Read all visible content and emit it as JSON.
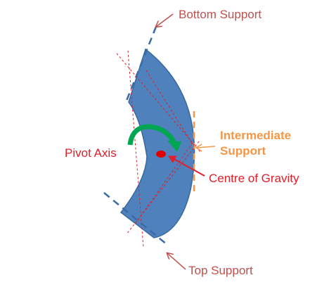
{
  "labels": {
    "bottom_support": "Bottom Support",
    "intermediate_support_line1": "Intermediate",
    "intermediate_support_line2": "Support",
    "pivot_axis": "Pivot Axis",
    "centre_of_gravity": "Centre of Gravity",
    "top_support": "Top Support"
  },
  "colors": {
    "segment_fill": "#4f81bd",
    "segment_stroke": "#3a68a0",
    "support_line_blue": "#3a6ba8",
    "intermediate_support": "#f79646",
    "pivot_arrow": "#00a651",
    "dashed_red": "#e0202a",
    "label_red": "#e0202a",
    "label_brown": "#c0504d",
    "label_orange": "#f79646"
  },
  "icons": {
    "pivot": "curved-rotation-arrow",
    "cog": "filled-dot"
  }
}
